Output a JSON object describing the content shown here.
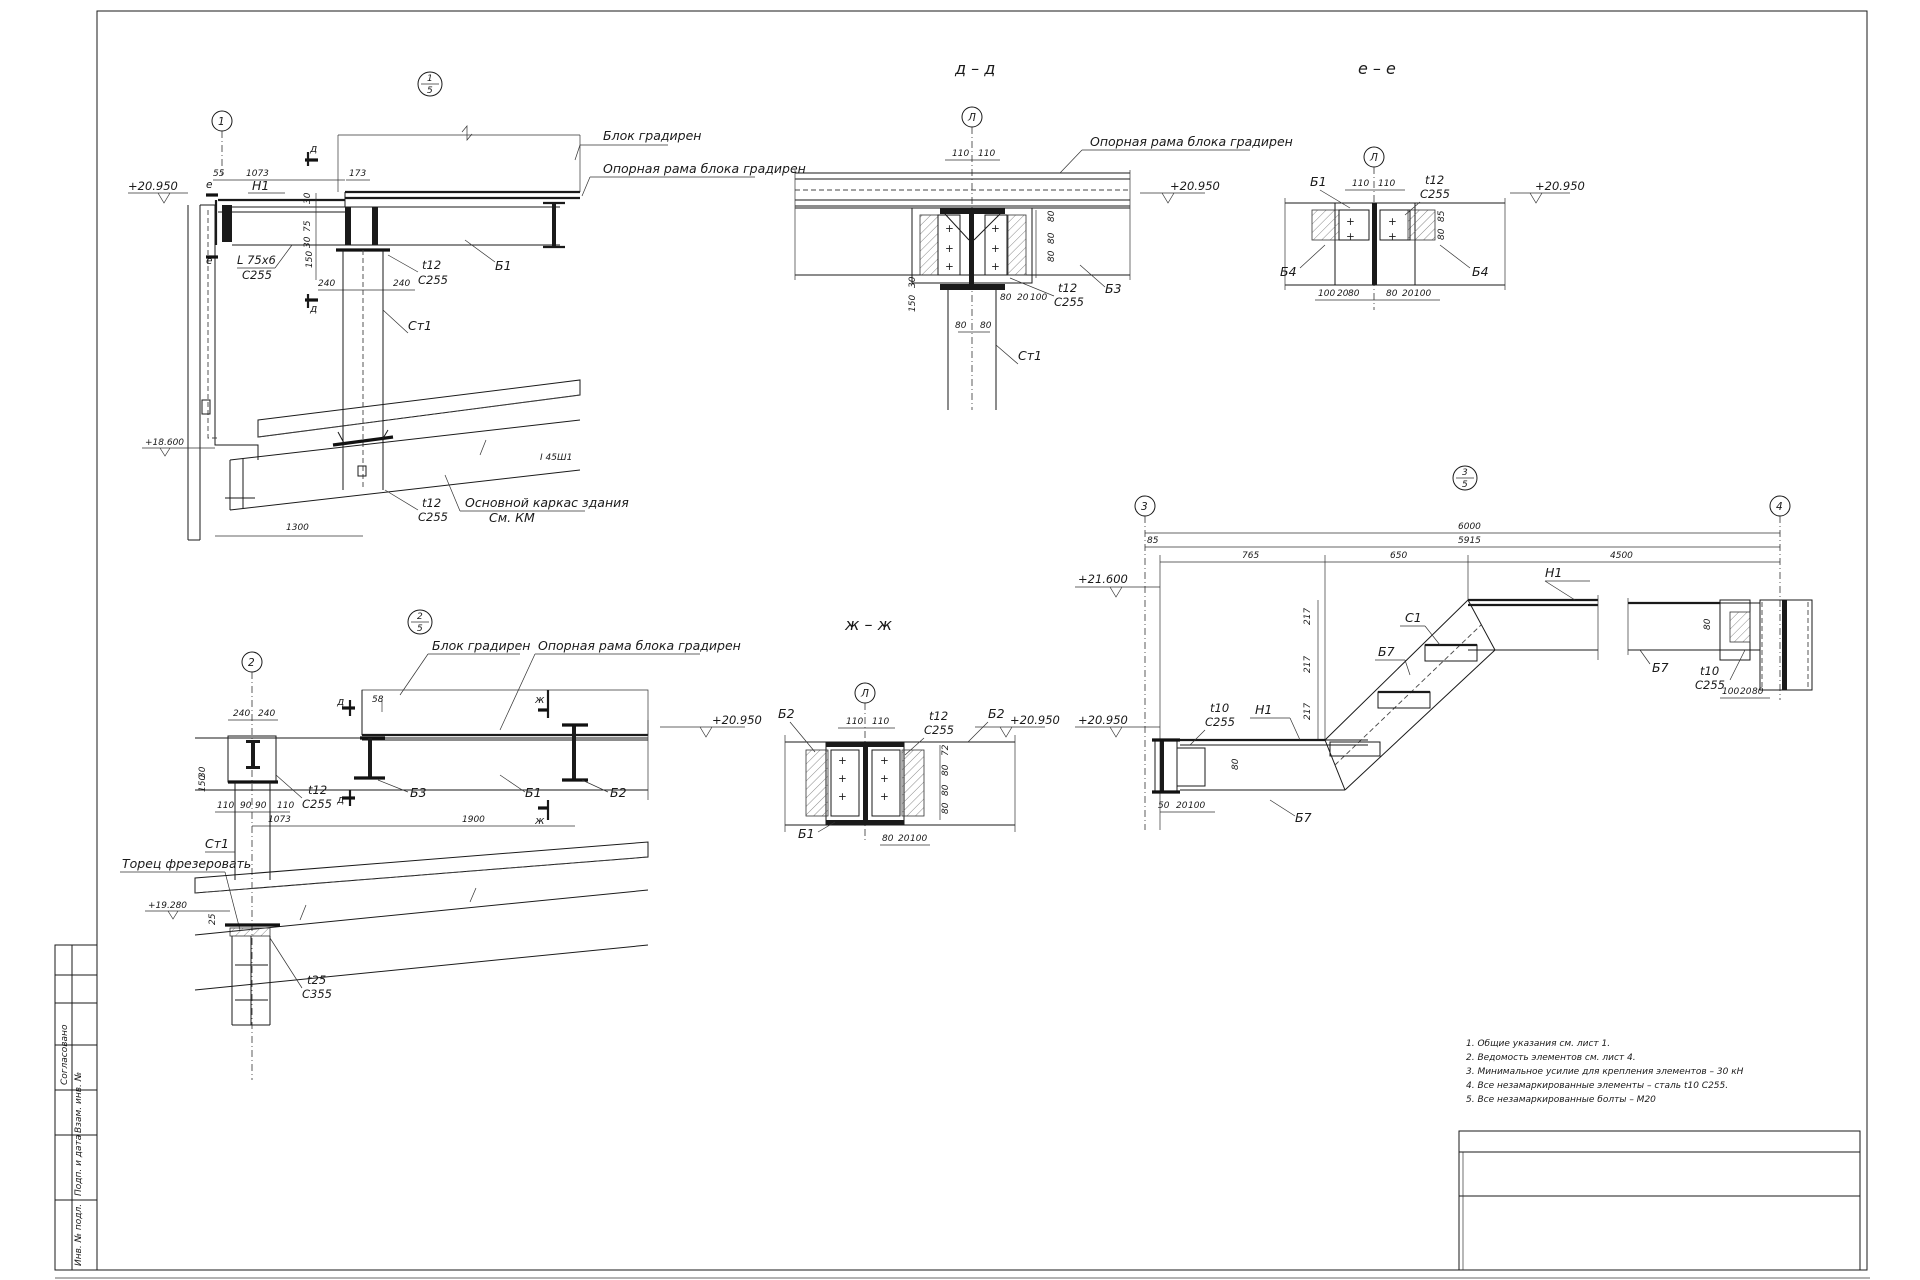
{
  "sections": {
    "dd": {
      "title": "д – д"
    },
    "ee": {
      "title": "е – е"
    },
    "zhzh": {
      "title": "ж – ж"
    }
  },
  "callouts": {
    "c1": {
      "top": "1",
      "bottom": "5"
    },
    "c2": {
      "top": "2",
      "bottom": "5"
    },
    "c3": {
      "top": "3",
      "bottom": "5"
    }
  },
  "axes": {
    "a1": "1",
    "a2": "2",
    "a3": "3",
    "a4": "4",
    "l1": "Л",
    "l2": "Л",
    "l3": "Л"
  },
  "elevations": {
    "e20950": "+20.950",
    "e18600": "+18.600",
    "e19280": "+19.280",
    "e21600": "+21.600"
  },
  "labels": {
    "blok_gradiren": "Блок градирен",
    "opornaya_rama": "Опорная рама блока градирен",
    "osnovnoy_karkas": "Основной каркас здания",
    "sm_km": "См. КМ",
    "torets": "Торец фрезеровать",
    "h1": "Н1",
    "b1": "Б1",
    "b2": "Б2",
    "b3": "Б3",
    "b4": "Б4",
    "b7": "Б7",
    "c1": "С1",
    "ct1": "Ст1",
    "l75": "L 75х6",
    "c255": "С255",
    "c355": "С355",
    "t12": "t12",
    "t10": "t10",
    "t25": "t25",
    "i45": "I 45Ш1",
    "sec_d": "д",
    "sec_e": "е",
    "sec_zh": "ж"
  },
  "dims": {
    "d55": "55",
    "d1073": "1073",
    "d173": "173",
    "d240": "240",
    "d150": "150",
    "d30": "30",
    "d75": "75",
    "d1300": "1300",
    "d110": "110",
    "d80": "80",
    "d20": "20",
    "d100": "100",
    "d85": "85",
    "d1900": "1900",
    "d90": "90",
    "d58": "58",
    "d72": "72",
    "d25": "25",
    "d6000": "6000",
    "d5915": "5915",
    "d765": "765",
    "d650": "650",
    "d4500": "4500",
    "d217": "217",
    "d50": "50"
  },
  "notes": [
    "1. Общие указания см. лист 1.",
    "2. Ведомость элементов см. лист 4.",
    "3. Минимальное усилие для крепления элементов – 30 кН",
    "4. Все незамаркированные элементы – сталь t10 С255.",
    "5. Все незамаркированные болты – М20"
  ],
  "side_stamp": {
    "soglasovano": "Согласовано",
    "vzam": "Взам. инв. №",
    "podp": "Подп. и дата",
    "inv": "Инв. № подл."
  }
}
